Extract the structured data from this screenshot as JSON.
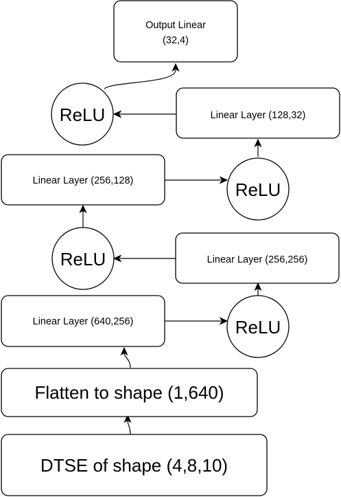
{
  "nodes": {
    "output_linear": {
      "line1": "Output Linear",
      "line2": "(32,4)"
    },
    "relu_top_left": {
      "label": "ReLU"
    },
    "linear_128_32": {
      "label": "Linear Layer (128,32)"
    },
    "linear_256_128": {
      "label": "Linear Layer (256,128)"
    },
    "relu_mid_right": {
      "label": "ReLU"
    },
    "relu_mid_left": {
      "label": "ReLU"
    },
    "linear_256_256": {
      "label": "Linear Layer (256,256)"
    },
    "linear_640_256": {
      "label": "Linear Layer (640,256)"
    },
    "relu_low_right": {
      "label": "ReLU"
    },
    "flatten": {
      "label": "Flatten to shape (1,640)"
    },
    "dtse": {
      "label": "DTSE of shape (4,8,10)"
    }
  },
  "colors": {
    "stroke": "#000000",
    "fill": "#ffffff",
    "text": "#000000",
    "background": "#ffffff"
  }
}
